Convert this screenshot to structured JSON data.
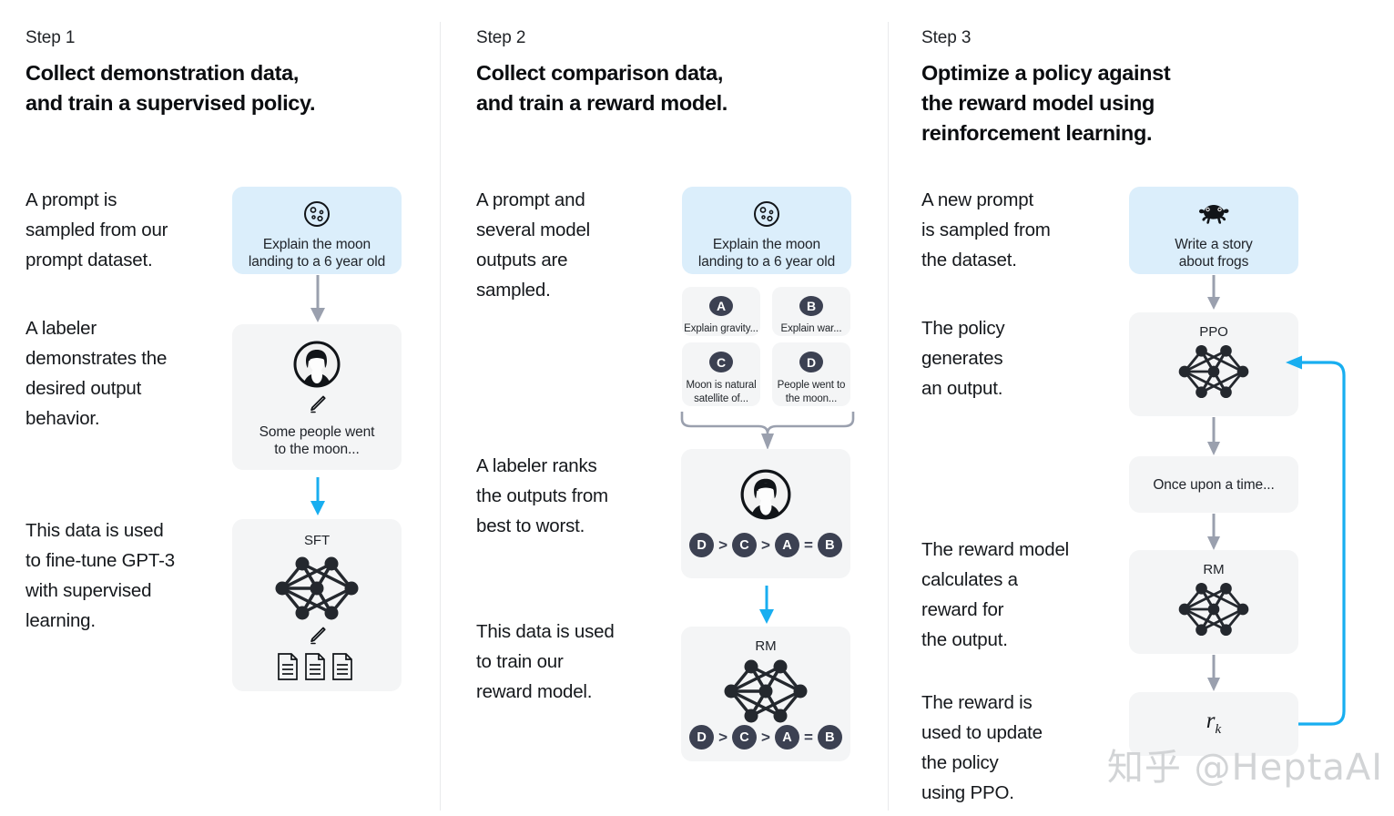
{
  "watermark": "知乎 @HeptaAI",
  "columns": [
    {
      "step_label": "Step 1",
      "title_line1": "Collect demonstration data,",
      "title_line2": "and train a supervised policy.",
      "paragraphs": [
        "A prompt is\nsampled from our\nprompt dataset.",
        "A labeler\ndemonstrates the\ndesired output\nbehavior.",
        "This data is used\nto fine-tune GPT-3\nwith supervised\nlearning."
      ],
      "prompt_box": {
        "icon": "moon-icon",
        "line1": "Explain the moon",
        "line2": "landing to a 6 year old"
      },
      "labeler_box": {
        "icon": "labeler-avatar-icon",
        "pencil": "pencil-icon",
        "line1": "Some people went",
        "line2": "to the moon..."
      },
      "model_box": {
        "title": "SFT",
        "network": "neural-network-icon",
        "pencil": "pencil-icon",
        "docs": "documents-icon"
      }
    },
    {
      "step_label": "Step 2",
      "title_line1": "Collect comparison data,",
      "title_line2": "and train a reward model.",
      "paragraphs": [
        "A prompt and\nseveral model\noutputs are\nsampled.",
        "A labeler ranks\nthe outputs from\nbest to worst.",
        "This data is used\nto train our\nreward model."
      ],
      "prompt_box": {
        "icon": "moon-icon",
        "line1": "Explain the moon",
        "line2": "landing to a 6 year old"
      },
      "options": [
        {
          "letter": "A",
          "text": "Explain gravity..."
        },
        {
          "letter": "B",
          "text": "Explain war..."
        },
        {
          "letter": "C",
          "text": "Moon is natural\nsatellite of..."
        },
        {
          "letter": "D",
          "text": "People went to\nthe moon..."
        }
      ],
      "rank_box": {
        "icon": "labeler-avatar-icon",
        "ranking": [
          "D",
          ">",
          "C",
          ">",
          "A",
          "=",
          "B"
        ]
      },
      "model_box": {
        "title": "RM",
        "network": "neural-network-icon",
        "ranking": [
          "D",
          ">",
          "C",
          ">",
          "A",
          "=",
          "B"
        ]
      }
    },
    {
      "step_label": "Step 3",
      "title_line1": "Optimize a policy against",
      "title_line2": "the reward model using",
      "title_line3": "reinforcement learning.",
      "paragraphs": [
        "A new prompt\nis sampled from\nthe dataset.",
        "The policy\ngenerates\nan output.",
        "The reward model\ncalculates a\nreward for\nthe output.",
        "The reward is\nused to update\nthe policy\nusing PPO."
      ],
      "prompt_box": {
        "icon": "frog-icon",
        "line1": "Write a story",
        "line2": "about frogs"
      },
      "ppo_box": {
        "title": "PPO",
        "network": "neural-network-icon"
      },
      "output_box": {
        "text": "Once upon a time..."
      },
      "rm_box": {
        "title": "RM",
        "network": "neural-network-icon"
      },
      "reward_box": {
        "symbol": "r",
        "subscript": "k"
      }
    }
  ],
  "colors": {
    "prompt_box_bg": "#dbeefb",
    "box_bg": "#f4f5f6",
    "pill_bg": "#3c4152",
    "gray_arrow": "#9aa0ae",
    "blue_arrow": "#18aef0",
    "divider": "#e9eaec",
    "text": "#15181c"
  }
}
